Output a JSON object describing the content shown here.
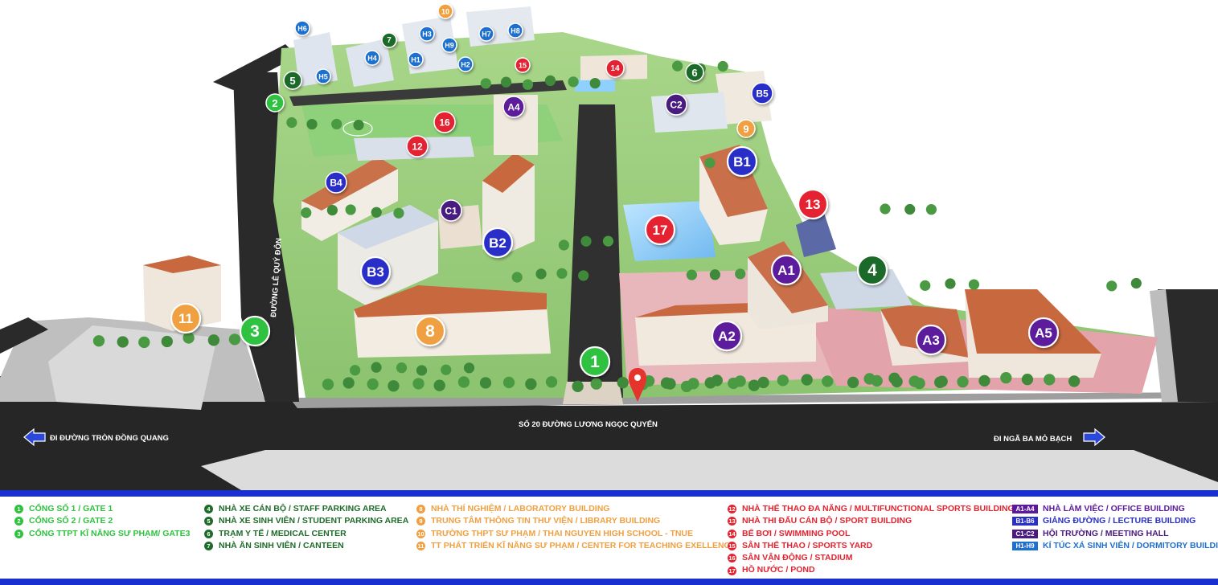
{
  "colors": {
    "gate_green": "#2ec23f",
    "parking_green": "#1f6b2a",
    "lab_orange": "#f0a040",
    "sports_red": "#e52330",
    "office_purple": "#5b1a9c",
    "lecture_blue": "#2a2fc8",
    "meeting_purple": "#4a1a80",
    "dorm_blue": "#1f6fcf",
    "road": "#2a2a2a",
    "divider": "#1a2fd0"
  },
  "map": {
    "roads": {
      "main_street": "SỐ 20 ĐƯỜNG LƯƠNG NGỌC QUYẾN",
      "side_street": "ĐƯỜNG LÊ QUÝ ĐÔN",
      "left_direction": "ĐI ĐƯỜNG TRÒN ĐỒNG QUANG",
      "right_direction": "ĐI NGÃ BA MỎ BẠCH"
    },
    "markers": [
      {
        "label": "1",
        "category": "gate",
        "size": "lg"
      },
      {
        "label": "2",
        "category": "gate",
        "size": "sm"
      },
      {
        "label": "3",
        "category": "gate",
        "size": "lg"
      },
      {
        "label": "4",
        "category": "parking",
        "size": "lg"
      },
      {
        "label": "5",
        "category": "parking",
        "size": "sm"
      },
      {
        "label": "6",
        "category": "parking",
        "size": "sm"
      },
      {
        "label": "7",
        "category": "parking",
        "size": "xs"
      },
      {
        "label": "8",
        "category": "lab",
        "size": "lg"
      },
      {
        "label": "9",
        "category": "lab",
        "size": "sm"
      },
      {
        "label": "10",
        "category": "lab",
        "size": "xs"
      },
      {
        "label": "11",
        "category": "lab",
        "size": "lg"
      },
      {
        "label": "12",
        "category": "sports",
        "size": "md"
      },
      {
        "label": "13",
        "category": "sports",
        "size": "lg"
      },
      {
        "label": "14",
        "category": "sports",
        "size": "sm"
      },
      {
        "label": "15",
        "category": "sports",
        "size": "xs"
      },
      {
        "label": "16",
        "category": "sports",
        "size": "md"
      },
      {
        "label": "17",
        "category": "sports",
        "size": "lg"
      },
      {
        "label": "A1",
        "category": "office",
        "size": "lg"
      },
      {
        "label": "A2",
        "category": "office",
        "size": "lg"
      },
      {
        "label": "A3",
        "category": "office",
        "size": "lg"
      },
      {
        "label": "A4",
        "category": "office",
        "size": "md"
      },
      {
        "label": "A5",
        "category": "office",
        "size": "lg"
      },
      {
        "label": "B1",
        "category": "lecture",
        "size": "lg"
      },
      {
        "label": "B2",
        "category": "lecture",
        "size": "lg"
      },
      {
        "label": "B3",
        "category": "lecture",
        "size": "lg"
      },
      {
        "label": "B4",
        "category": "lecture",
        "size": "md"
      },
      {
        "label": "B5",
        "category": "lecture",
        "size": "md"
      },
      {
        "label": "C1",
        "category": "meeting",
        "size": "md"
      },
      {
        "label": "C2",
        "category": "meeting",
        "size": "md"
      },
      {
        "label": "H1",
        "category": "dorm",
        "size": "xs"
      },
      {
        "label": "H2",
        "category": "dorm",
        "size": "xs"
      },
      {
        "label": "H3",
        "category": "dorm",
        "size": "xs"
      },
      {
        "label": "H4",
        "category": "dorm",
        "size": "xs"
      },
      {
        "label": "H5",
        "category": "dorm",
        "size": "xs"
      },
      {
        "label": "H6",
        "category": "dorm",
        "size": "xs"
      },
      {
        "label": "H7",
        "category": "dorm",
        "size": "xs"
      },
      {
        "label": "H8",
        "category": "dorm",
        "size": "xs"
      },
      {
        "label": "H9",
        "category": "dorm",
        "size": "xs"
      }
    ]
  },
  "legend": {
    "gates": [
      {
        "num": "1",
        "text": "CỔNG SỐ 1 / GATE 1"
      },
      {
        "num": "2",
        "text": "CỔNG SỐ 2 / GATE 2"
      },
      {
        "num": "3",
        "text": "CỔNG TTPT KĨ NĂNG SƯ PHẠM/ GATE3"
      }
    ],
    "facilities": [
      {
        "num": "4",
        "text": "NHÀ XE CÁN BỘ / STAFF PARKING AREA"
      },
      {
        "num": "5",
        "text": "NHÀ XE SINH VIÊN / STUDENT PARKING AREA"
      },
      {
        "num": "6",
        "text": "TRẠM Y TẾ / MEDICAL CENTER"
      },
      {
        "num": "7",
        "text": "NHÀ ĂN SINH VIÊN / CANTEEN"
      }
    ],
    "academic": [
      {
        "num": "8",
        "text": "NHÀ THÍ NGHIỆM / LABORATORY BUILDING"
      },
      {
        "num": "9",
        "text": "TRUNG TÂM THÔNG TIN THƯ VIỆN / LIBRARY BUILDING"
      },
      {
        "num": "10",
        "text": "TRƯỜNG THPT SƯ PHẠM / THAI NGUYEN HIGH SCHOOL - TNUE"
      },
      {
        "num": "11",
        "text": "TT PHÁT TRIỂN KĨ NĂNG SƯ PHẠM / CENTER FOR TEACHING EXELLENCE"
      }
    ],
    "sports": [
      {
        "num": "12",
        "text": "NHÀ THỂ THAO ĐA NĂNG / MULTIFUNCTIONAL SPORTS BUILDING"
      },
      {
        "num": "13",
        "text": "NHÀ THI ĐẤU CÁN BỘ / SPORT BUILDING"
      },
      {
        "num": "14",
        "text": "BỂ BƠI / SWIMMING POOL"
      },
      {
        "num": "15",
        "text": "SÂN THỂ THAO / SPORTS YARD"
      },
      {
        "num": "16",
        "text": "SÂN VẬN ĐỘNG / STADIUM"
      },
      {
        "num": "17",
        "text": "HỒ NƯỚC  / POND"
      }
    ],
    "buildings": [
      {
        "tag": "A1-A4",
        "text": "NHÀ LÀM VIỆC / OFFICE BUILDING",
        "category": "office"
      },
      {
        "tag": "B1-B6",
        "text": "GIẢNG ĐƯỜNG / LECTURE BUILDING",
        "category": "lecture"
      },
      {
        "tag": "C1-C2",
        "text": "HỘI TRƯỜNG / MEETING HALL",
        "category": "meeting"
      },
      {
        "tag": "H1-H9",
        "text": "KÍ TÚC XÁ SINH VIÊN / DORMITORY BUILDING",
        "category": "dorm"
      }
    ]
  }
}
